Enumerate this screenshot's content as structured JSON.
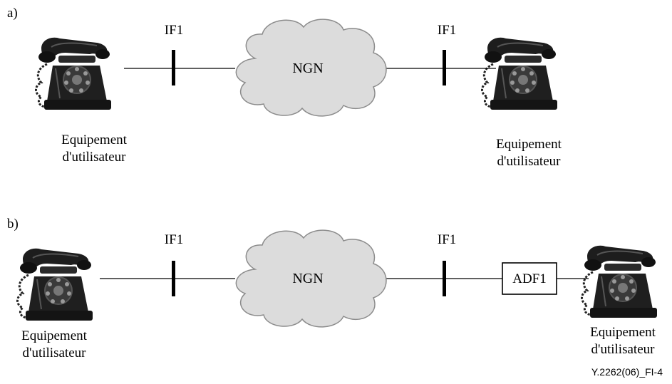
{
  "panels": [
    {
      "label": "a)",
      "interface_left": "IF1",
      "interface_right": "IF1",
      "network": "NGN",
      "equipment_left": [
        "Equipement",
        "d'utilisateur"
      ],
      "equipment_right": [
        "Equipement",
        "d'utilisateur"
      ],
      "adapter": null
    },
    {
      "label": "b)",
      "interface_left": "IF1",
      "interface_right": "IF1",
      "network": "NGN",
      "equipment_left": [
        "Equipement",
        "d'utilisateur"
      ],
      "equipment_right": [
        "Equipement",
        "d'utilisateur"
      ],
      "adapter": "ADF1"
    }
  ],
  "figure_id": "Y.2262(06)_FI-4",
  "icons": [
    "telephone-icon",
    "cloud-icon"
  ],
  "colors": {
    "cloud_fill": "#dcdcdc",
    "cloud_stroke": "#8c8c8c",
    "line": "#000000",
    "phone": "#1b1b1b"
  }
}
